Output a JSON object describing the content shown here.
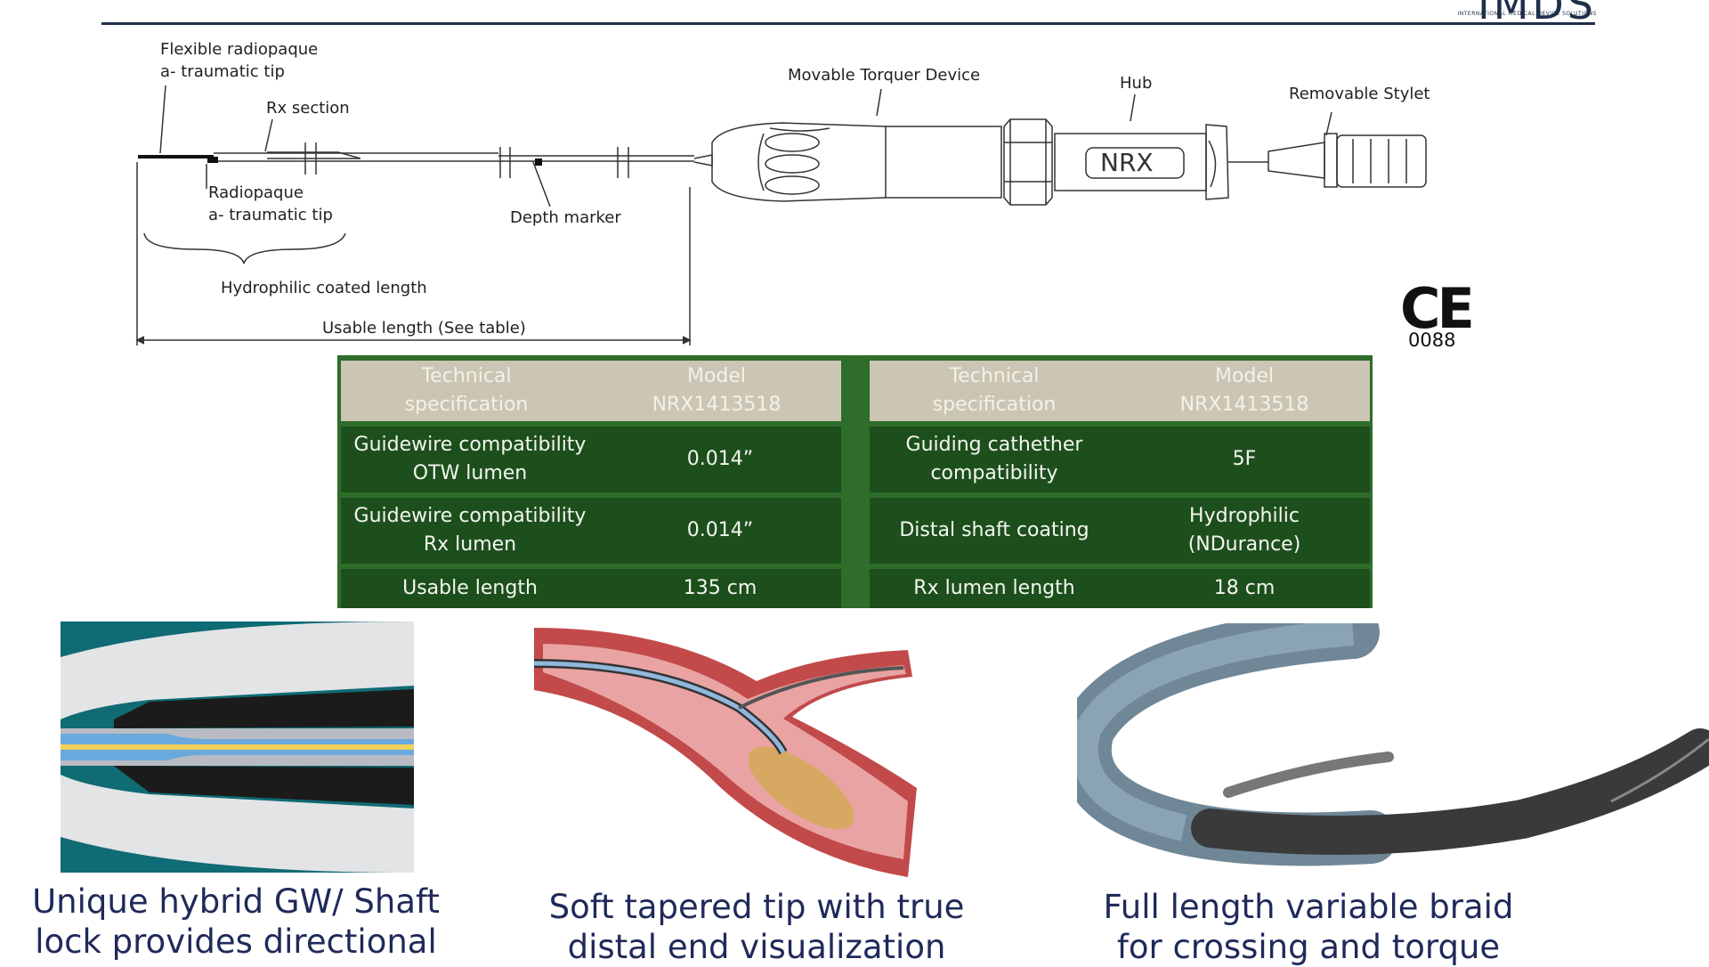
{
  "brand": {
    "logo_text": "IMDS",
    "logo_sub": "INTERNATIONAL MEDICAL DEVICE SOLUTIONS"
  },
  "diagram": {
    "labels": {
      "flexible_tip_line1": "Flexible radiopaque",
      "flexible_tip_line2": "a- traumatic tip",
      "rx_section": "Rx section",
      "radiopaque_line1": "Radiopaque",
      "radiopaque_line2": "a- traumatic tip",
      "hydrophilic_coated": "Hydrophilic coated length",
      "usable_length": "Usable length (See table)",
      "depth_marker": "Depth marker",
      "movable_torquer": "Movable Torquer Device",
      "hub": "Hub",
      "removable_stylet": "Removable Stylet",
      "hub_text": "NRX"
    }
  },
  "certification": {
    "mark": "CE",
    "number": "0088"
  },
  "spec_tables": [
    {
      "header": {
        "col1": [
          "Technical",
          "specification"
        ],
        "col2": [
          "Model",
          "NRX1413518"
        ]
      },
      "rows": [
        {
          "spec": [
            "Guidewire compatibility",
            "OTW lumen"
          ],
          "value": [
            "0.014”"
          ]
        },
        {
          "spec": [
            "Guidewire compatibility",
            "Rx lumen"
          ],
          "value": [
            "0.014”"
          ]
        },
        {
          "spec": [
            "Usable length"
          ],
          "value": [
            "135 cm"
          ]
        }
      ]
    },
    {
      "header": {
        "col1": [
          "Technical",
          "specification"
        ],
        "col2": [
          "Model",
          "NRX1413518"
        ]
      },
      "rows": [
        {
          "spec": [
            "Guiding cathether",
            "compatibility"
          ],
          "value": [
            "5F"
          ]
        },
        {
          "spec": [
            "Distal shaft coating"
          ],
          "value": [
            "Hydrophilic",
            "(NDurance)"
          ]
        },
        {
          "spec": [
            "Rx lumen length"
          ],
          "value": [
            "18 cm"
          ]
        }
      ]
    }
  ],
  "features": [
    {
      "line1": "Unique hybrid GW/ Shaft",
      "line2": "lock provides directional"
    },
    {
      "line1": "Soft tapered tip with true",
      "line2": "distal end visualization"
    },
    {
      "line1": "Full length variable braid",
      "line2": "for crossing and torque"
    }
  ],
  "colors": {
    "navy": "#1f2f4a",
    "table_green": "#1d4f1c",
    "table_border": "#2e6d2a",
    "table_header": "#cbc5b3",
    "caption": "#1f2a5a"
  }
}
